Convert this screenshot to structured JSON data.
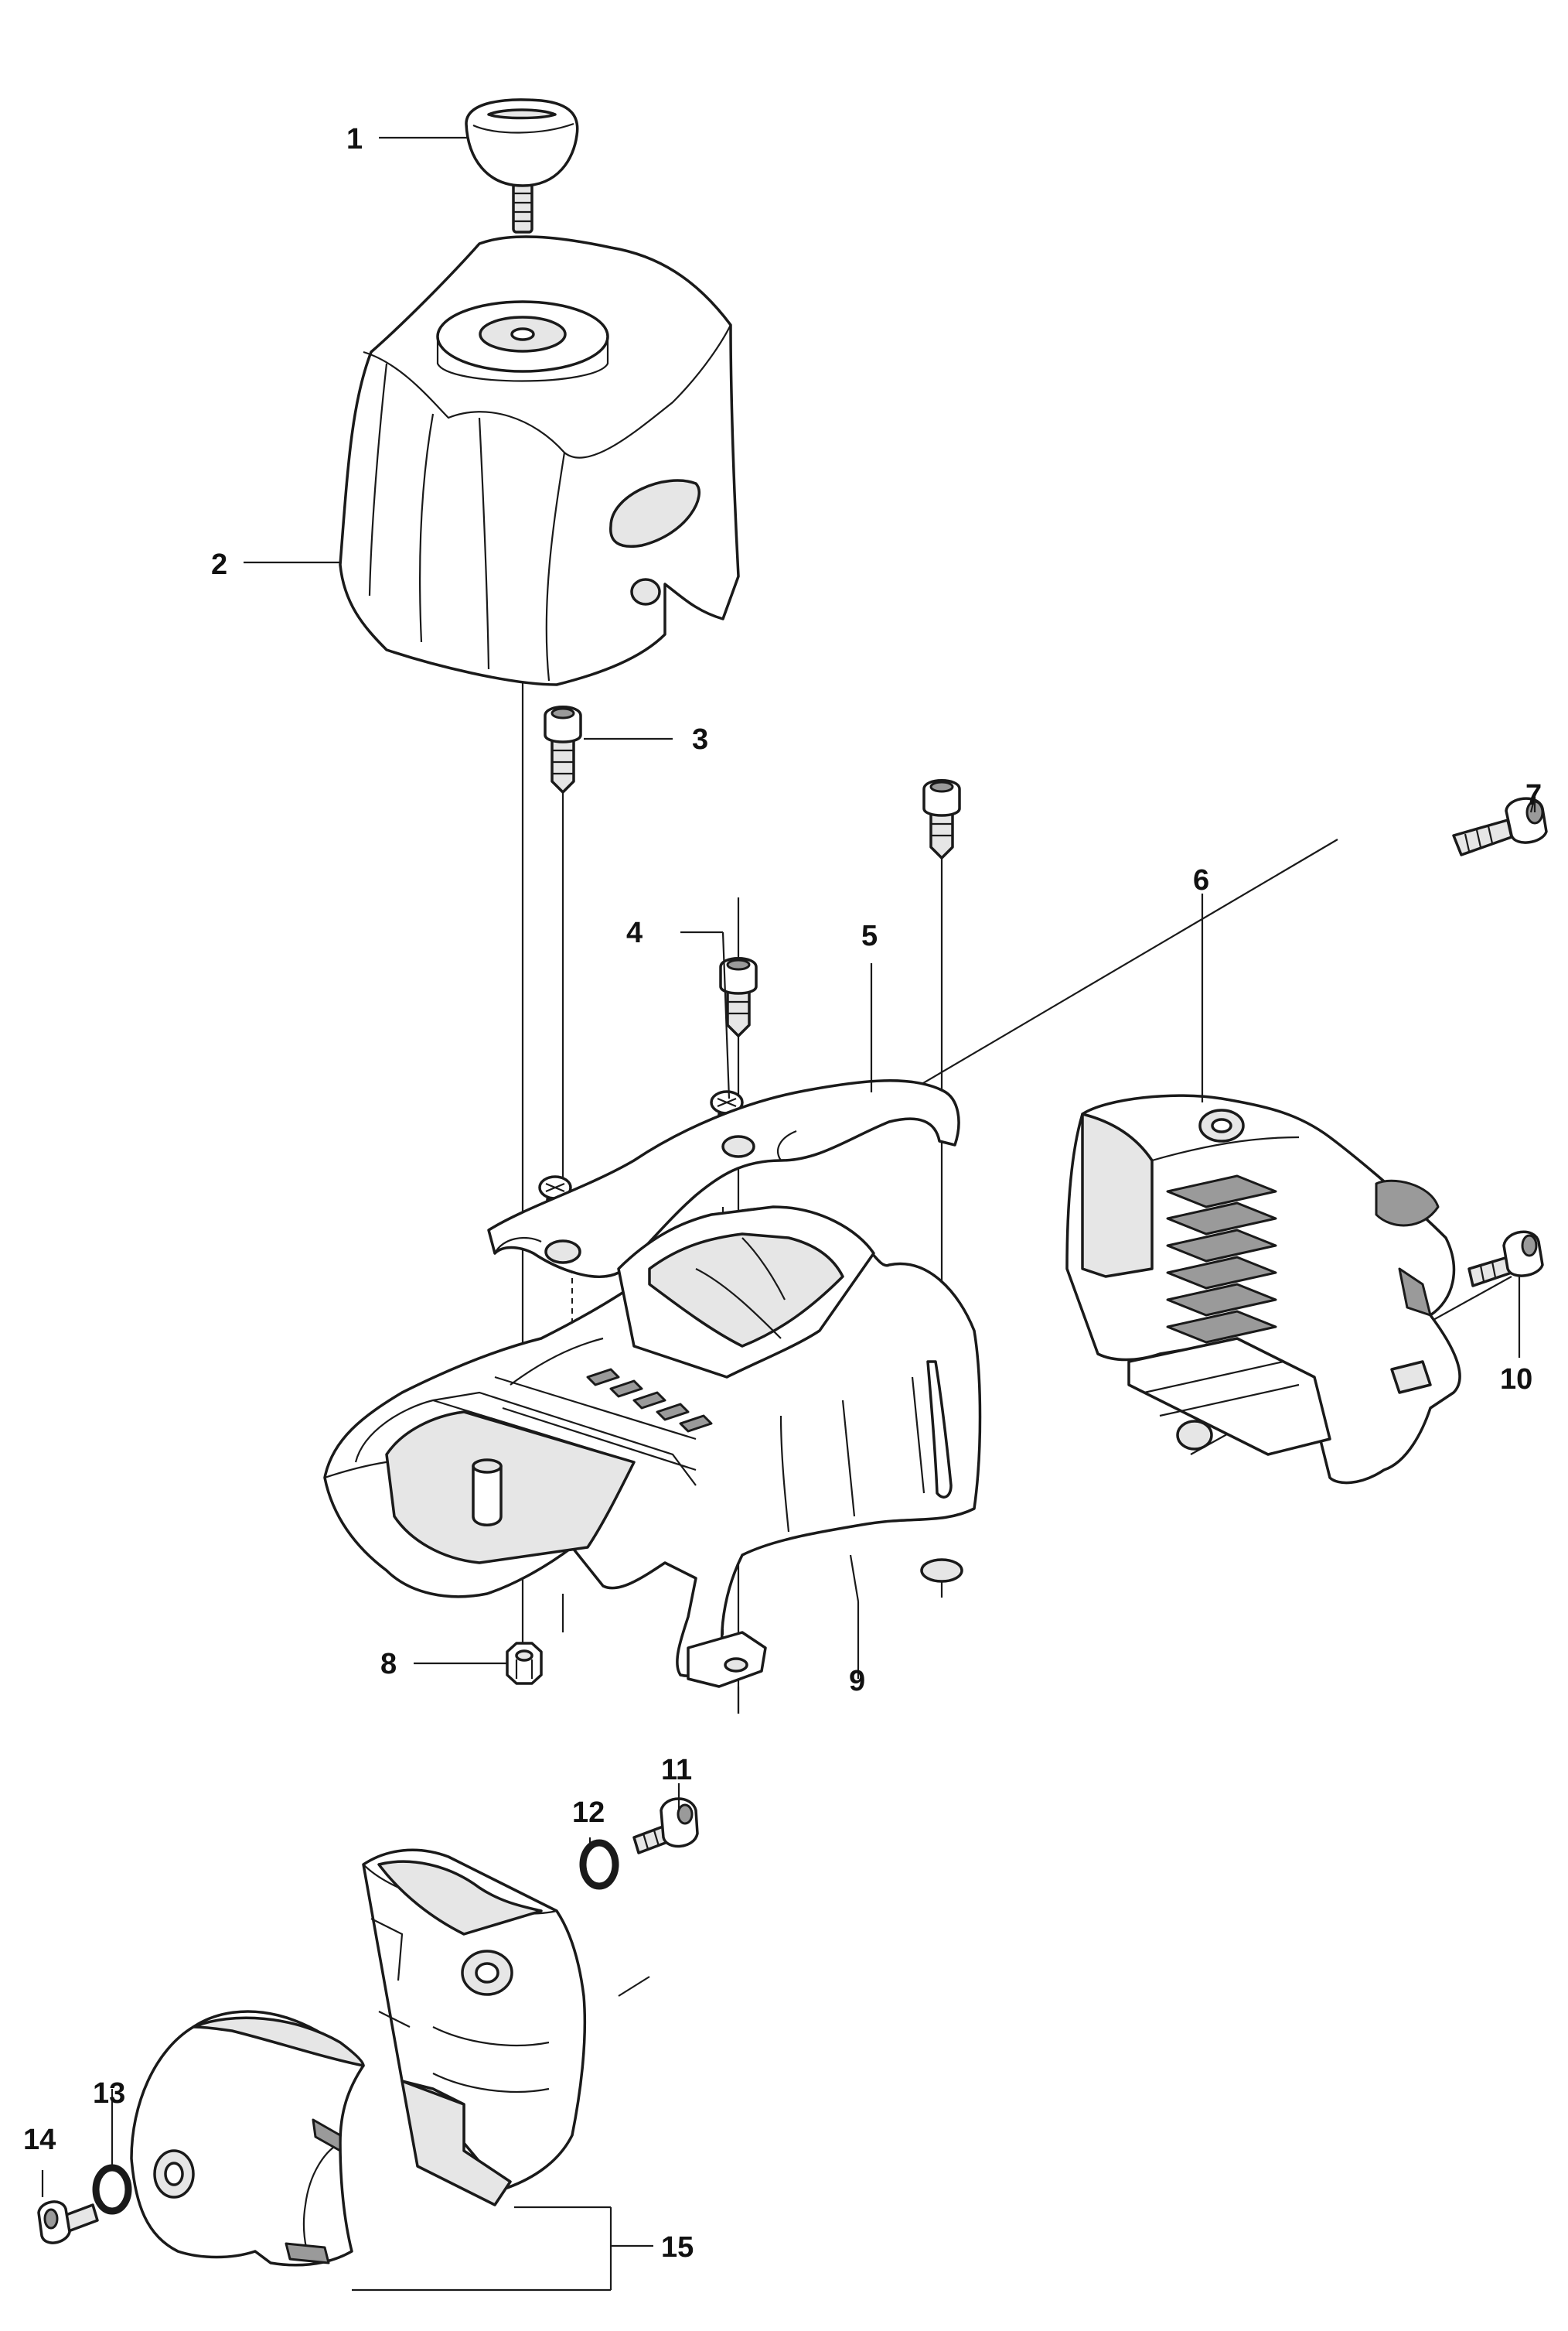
{
  "callouts": [
    {
      "id": "callout-1",
      "label": "1"
    },
    {
      "id": "callout-2",
      "label": "2"
    },
    {
      "id": "callout-3",
      "label": "3"
    },
    {
      "id": "callout-4",
      "label": "4"
    },
    {
      "id": "callout-5",
      "label": "5"
    },
    {
      "id": "callout-6",
      "label": "6"
    },
    {
      "id": "callout-7",
      "label": "7"
    },
    {
      "id": "callout-8",
      "label": "8"
    },
    {
      "id": "callout-9",
      "label": "9"
    },
    {
      "id": "callout-10",
      "label": "10"
    },
    {
      "id": "callout-11",
      "label": "11"
    },
    {
      "id": "callout-12",
      "label": "12"
    },
    {
      "id": "callout-13",
      "label": "13"
    },
    {
      "id": "callout-14",
      "label": "14"
    },
    {
      "id": "callout-15",
      "label": "15"
    }
  ]
}
